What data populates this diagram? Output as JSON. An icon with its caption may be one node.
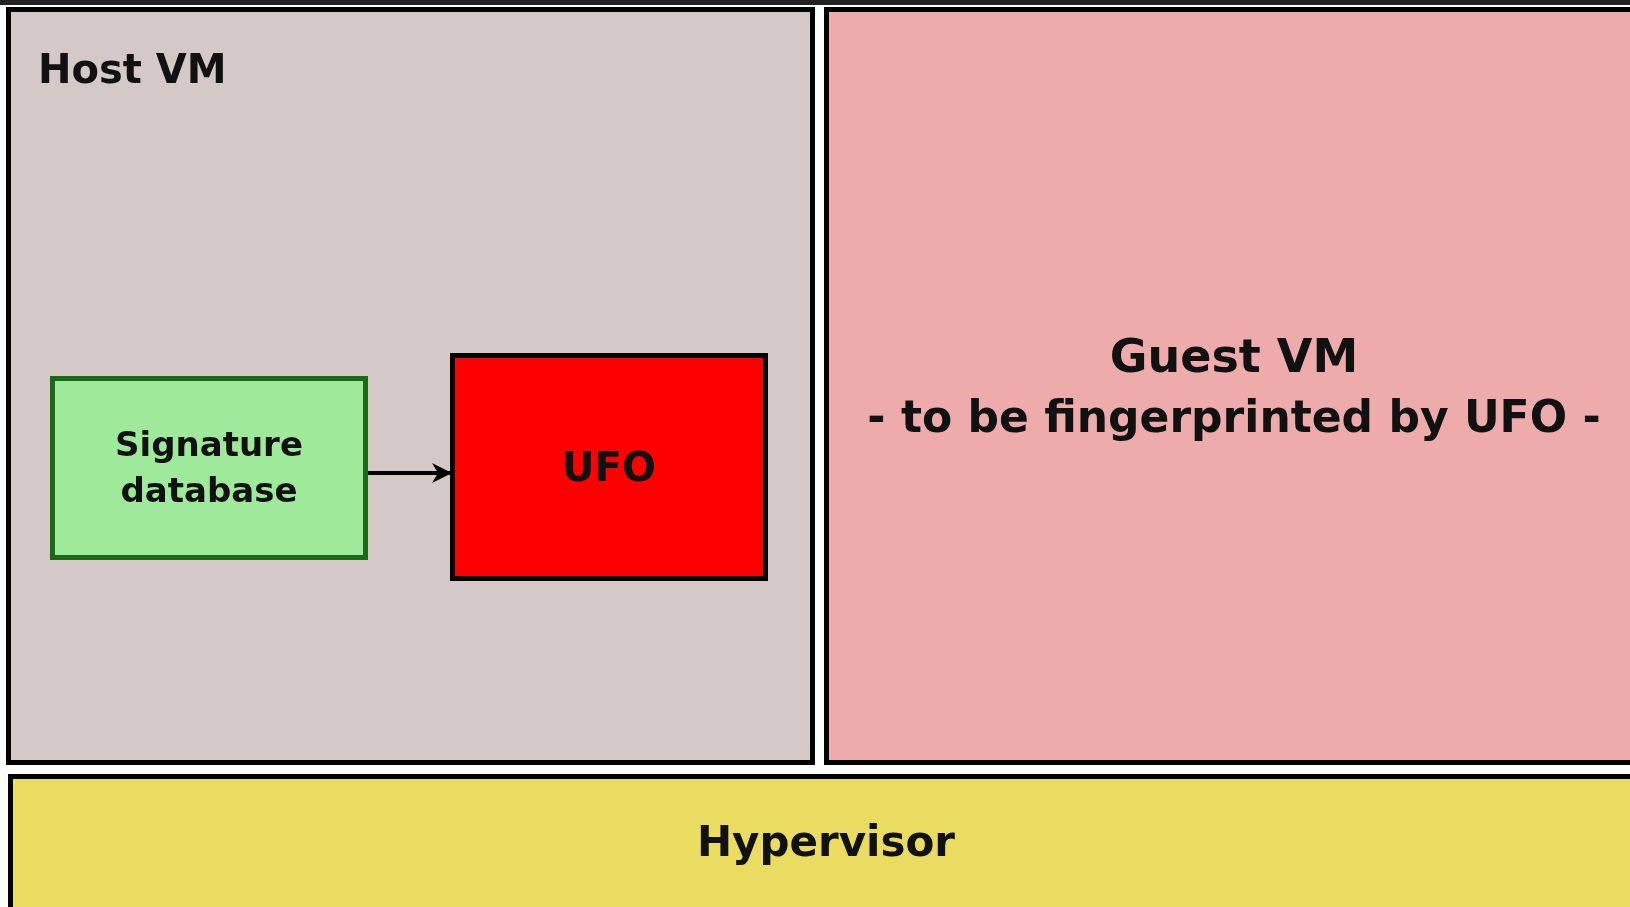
{
  "diagram": {
    "nodes": [
      {
        "text": [
          "Host VM"
        ]
      },
      {
        "text": [
          "Signature database"
        ],
        "in": 0
      },
      {
        "text": [
          "UFO"
        ],
        "in": 0
      },
      {
        "text": [
          "Guest VM",
          "- to be fingerprinted by UFO -"
        ]
      },
      {
        "text": [
          "Hypervisor"
        ]
      }
    ],
    "edges": [
      {
        "from": 1,
        "to": 2,
        "arrow": "to"
      }
    ]
  }
}
